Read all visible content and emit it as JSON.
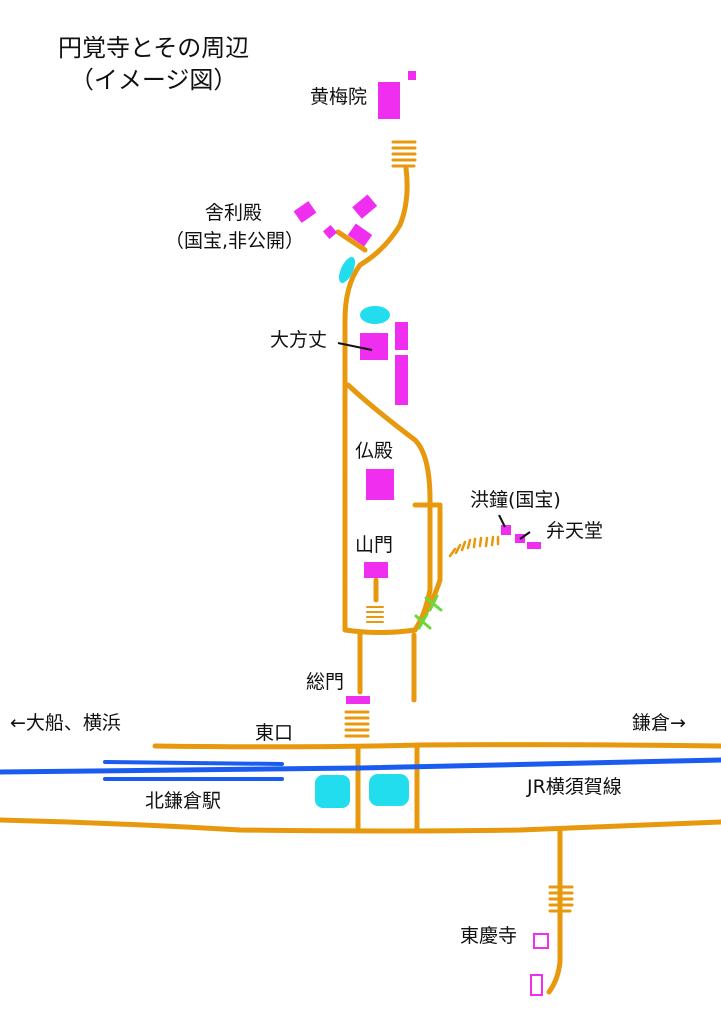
{
  "title": {
    "line1": "円覚寺とその周辺",
    "line2": "（イメージ図）"
  },
  "labels": {
    "obaiin": "黄梅院",
    "shariden": "舎利殿",
    "shariden_note": "（国宝,非公開）",
    "daihojo": "大方丈",
    "butsuden": "仏殿",
    "sanmon": "山門",
    "ogane": "洪鐘(国宝)",
    "bentendo": "弁天堂",
    "somon": "総門",
    "to_ofuna": "←大船、横浜",
    "to_kamakura": "鎌倉→",
    "east_exit": "東口",
    "station": "北鎌倉駅",
    "railway": "JR横須賀線",
    "tokeiji": "東慶寺"
  },
  "colors": {
    "road": "#E8980C",
    "building": "#F02EF0",
    "pond": "#22DDEE",
    "rail": "#1A5BF0",
    "gate_marker": "#6CD83A"
  }
}
